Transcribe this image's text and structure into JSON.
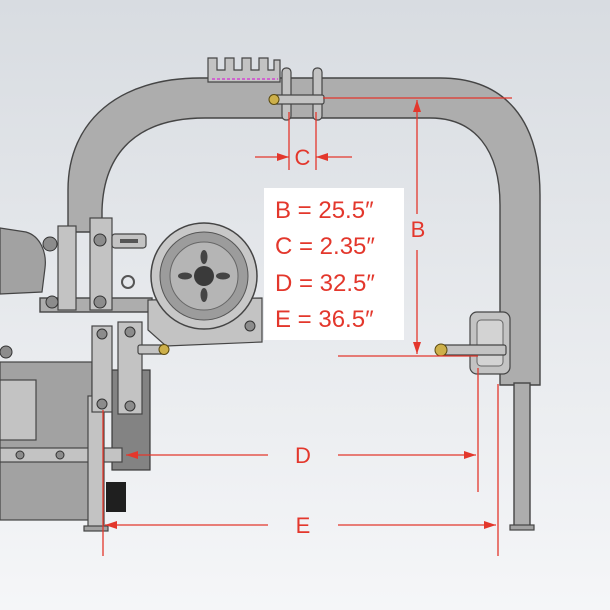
{
  "labels": {
    "B": "B",
    "C": "C",
    "D": "D",
    "E": "E"
  },
  "specs": [
    "B = 25.5″",
    "C = 2.35″",
    "D = 32.5″",
    "E = 36.5″"
  ],
  "colors": {
    "dimension": "#e3372c",
    "frame": "#adadad",
    "pin": "#cdb04a",
    "guide_dash": "#d42cd4",
    "background_top": "#d8dce1",
    "background_bottom": "#f5f6f8"
  }
}
